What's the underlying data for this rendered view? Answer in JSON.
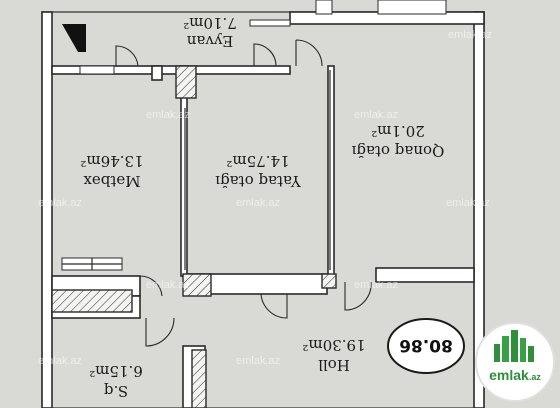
{
  "plan": {
    "total_area": "80.86",
    "rooms": [
      {
        "id": "eyvan",
        "name": "Eyvan",
        "area": "7.10m²"
      },
      {
        "id": "mətbəx",
        "name": "Mətbəx",
        "area": "13.46m²"
      },
      {
        "id": "yataq",
        "name": "Yataq otağı",
        "area": "14.75m²"
      },
      {
        "id": "qonaq",
        "name": "Qonaq otağı",
        "area": "20.1m²"
      },
      {
        "id": "holl",
        "name": "Holl",
        "area": "19.30m²"
      },
      {
        "id": "sq",
        "name": "S.q",
        "area": "6.15m²"
      }
    ]
  },
  "watermark": {
    "text": "emlak.az",
    "logo_text": "emlak",
    "logo_suffix": ".az"
  },
  "colors": {
    "background": "#d9d9d6",
    "wall": "#ffffff",
    "line": "#2a2a2a",
    "badge_fill": "#ffffff",
    "logo_green": "#2f8f3a"
  }
}
